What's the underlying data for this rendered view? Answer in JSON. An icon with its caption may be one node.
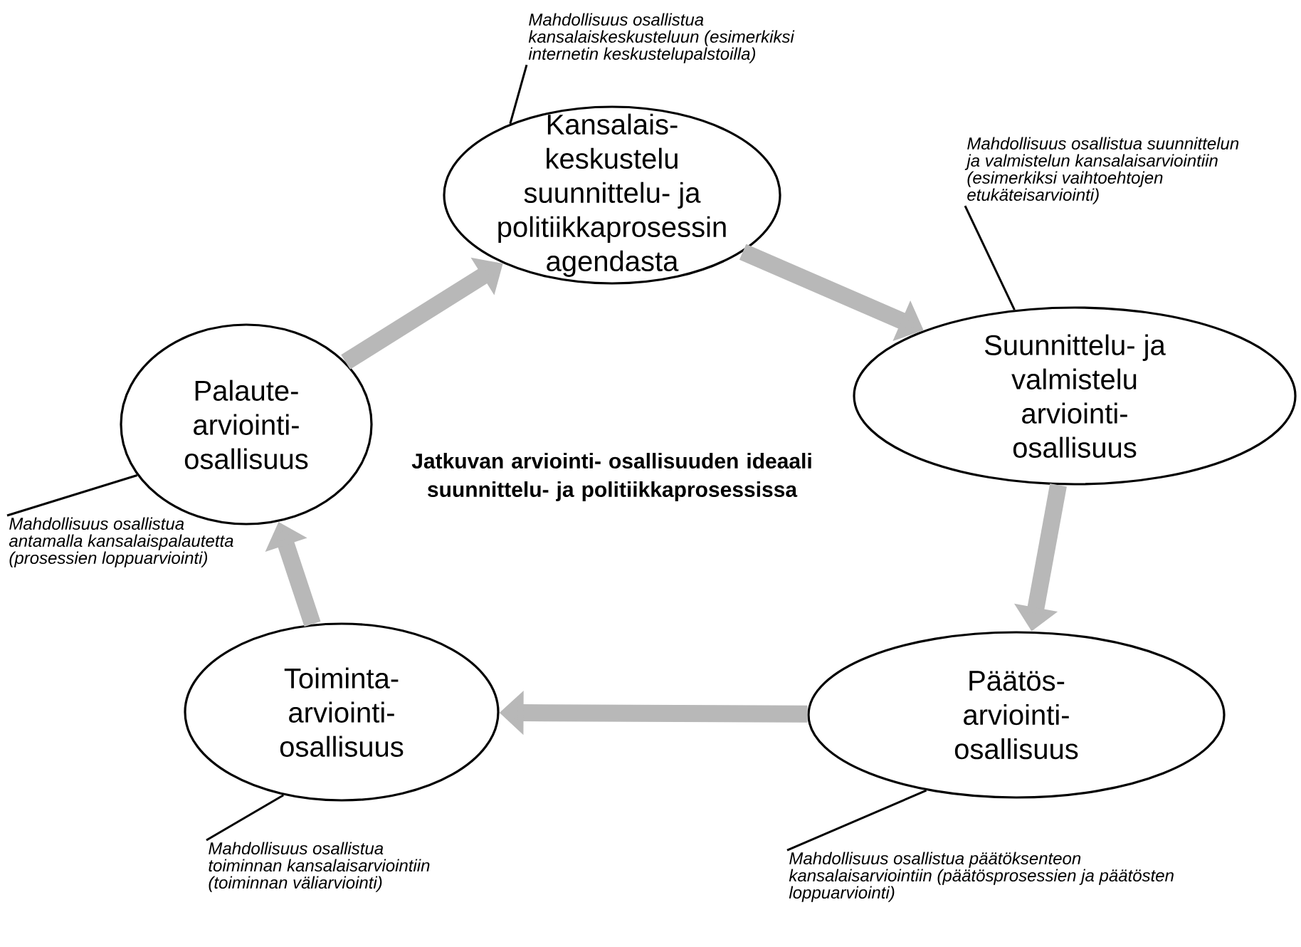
{
  "diagram": {
    "title": "Jatkuvan arviointi- osallisuuden ideaali suunnittelu- ja politiikkaprosessissa",
    "nodes": [
      {
        "text": [
          "Mahdollisuus osallistua kansalaiskeskusteluun (esimerkiksi internetin keskustelupalstoilla)"
        ]
      },
      {
        "text": [
          "Kansalais- keskustelu suunnittelu- ja politiikkaprosessin agendasta"
        ]
      },
      {
        "text": [
          "Mahdollisuus osallistua suunnittelun ja valmistelun kansalaisarviointiin (esimerkiksi vaihtoehtojen etukäteisarviointi)"
        ]
      },
      {
        "text": [
          "Palaute- arviointi- osallisuus"
        ]
      },
      {
        "text": [
          "Suunnittelu- ja valmistelu arviointi- osallisuus"
        ]
      },
      {
        "text": [
          "Mahdollisuus osallistua antamalla kansalaispalautetta (prosessien loppuarviointi)"
        ]
      },
      {
        "text": [
          "Toiminta- arviointi- osallisuus"
        ]
      },
      {
        "text": [
          "Päätös- arviointi- osallisuus"
        ]
      },
      {
        "text": [
          "Mahdollisuus osallistua toiminnan kansalaisarviointiin (toiminnan väliarviointi)"
        ]
      },
      {
        "text": [
          "Mahdollisuus osallistua päätöksenteon kansalaisarviointiin (päätösprosessien ja päätösten loppuarviointi)"
        ]
      }
    ],
    "edges": [
      {
        "from": 1,
        "to": 4,
        "arrow": "to",
        "style": "thick"
      },
      {
        "from": 4,
        "to": 7,
        "arrow": "to",
        "style": "thick"
      },
      {
        "from": 7,
        "to": 6,
        "arrow": "to",
        "style": "thick"
      },
      {
        "from": 6,
        "to": 3,
        "arrow": "to",
        "style": "thick"
      },
      {
        "from": 3,
        "to": 1,
        "arrow": "to",
        "style": "thick"
      },
      {
        "from": 0,
        "to": 1,
        "arrow": "none",
        "color": "#000000"
      },
      {
        "from": 2,
        "to": 4,
        "arrow": "none",
        "color": "#000000"
      },
      {
        "from": 5,
        "to": 3,
        "arrow": "none",
        "color": "#000000"
      },
      {
        "from": 8,
        "to": 6,
        "arrow": "none",
        "color": "#000000"
      },
      {
        "from": 9,
        "to": 7,
        "arrow": "none",
        "color": "#000000"
      }
    ]
  }
}
